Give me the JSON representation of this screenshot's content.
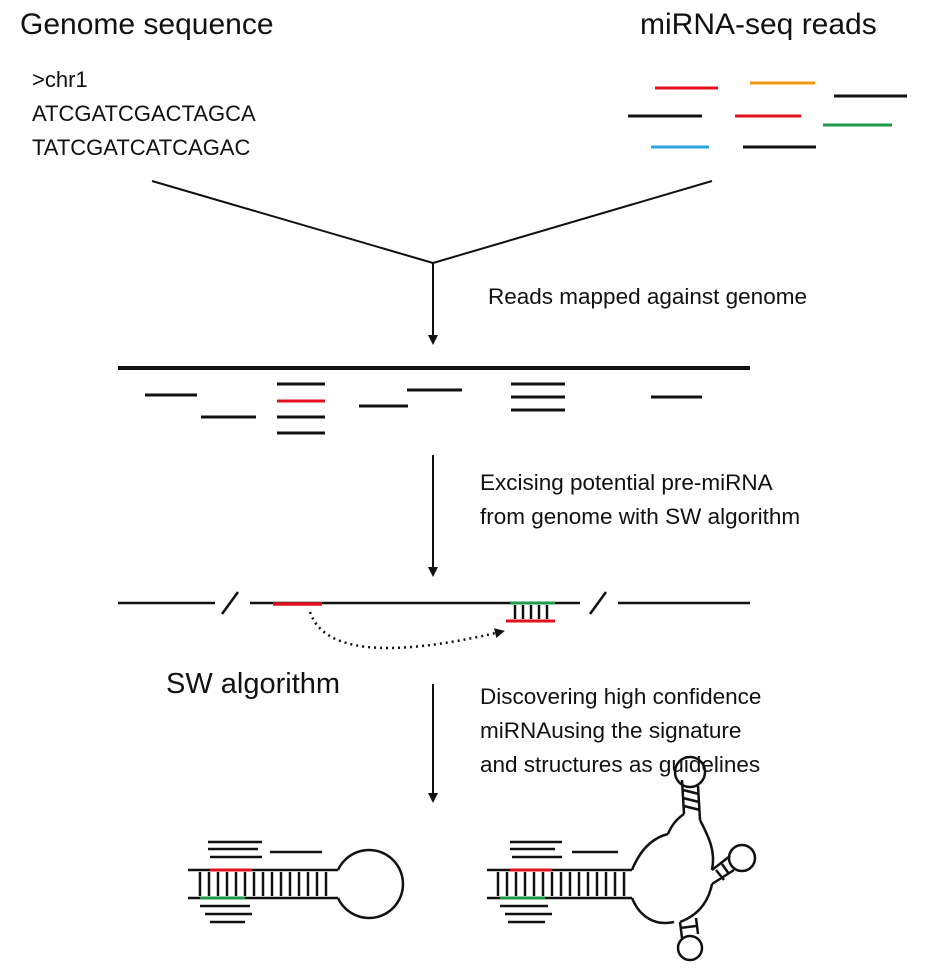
{
  "headings": {
    "genome": "Genome sequence",
    "reads": "miRNA-seq reads"
  },
  "genome_sequence": {
    "header": ">chr1",
    "line1": "ATCGATCGACTAGCA",
    "line2": "TATCGATCATCAGAC"
  },
  "steps": {
    "mapping": "Reads mapped against genome",
    "excising_line1": "Excising potential pre-miRNA",
    "excising_line2": "from genome with SW algorithm",
    "discovering_line1": "Discovering high confidence",
    "discovering_line2": "miRNAusing the signature",
    "discovering_line3": "and structures as guidelines"
  },
  "sw_label": "SW algorithm",
  "colors": {
    "red": "#e0101e",
    "orange": "#f39a14",
    "green": "#1f9a4a",
    "blue": "#2aa6e0",
    "black": "#111111"
  }
}
